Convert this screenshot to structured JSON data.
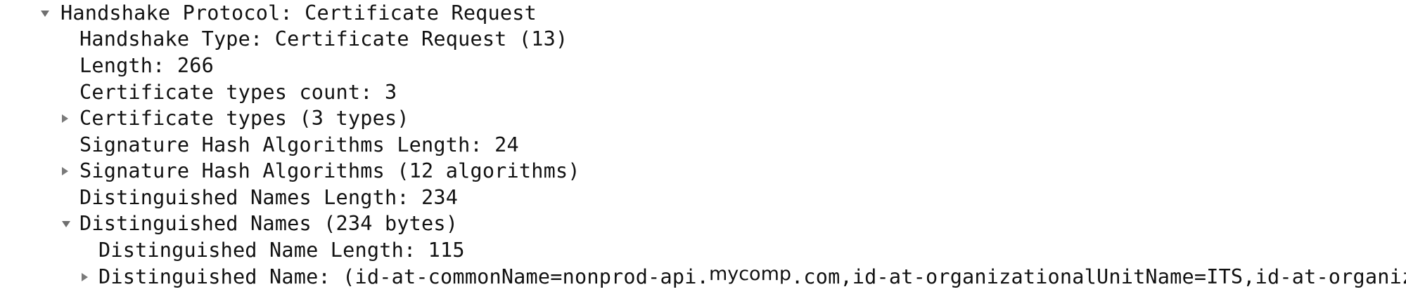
{
  "packet_details": {
    "rows": [
      {
        "label": "Handshake Protocol: Certificate Request",
        "expander": "expanded"
      },
      {
        "label": "Handshake Type: Certificate Request (13)"
      },
      {
        "label": "Length: 266"
      },
      {
        "label": "Certificate types count: 3"
      },
      {
        "label": "Certificate types (3 types)",
        "expander": "collapsed"
      },
      {
        "label": "Signature Hash Algorithms Length: 24"
      },
      {
        "label": "Signature Hash Algorithms (12 algorithms)",
        "expander": "collapsed"
      },
      {
        "label": "Distinguished Names Length: 234"
      },
      {
        "label": "Distinguished Names (234 bytes)",
        "expander": "expanded"
      },
      {
        "label": "Distinguished Name Length: 115"
      },
      {
        "label_before": "Distinguished Name: (id-at-commonName=nonprod-api.",
        "label_company": "mycomp",
        "label_after": ".com,id-at-organizationalUnitName=ITS,id-at-organizationName=",
        "expander": "collapsed"
      }
    ],
    "icons": {
      "expanded": "disclosure-triangle-down-icon",
      "collapsed": "disclosure-triangle-right-icon"
    },
    "colors": {
      "text": "#111111",
      "triangle": "#6f6f6f",
      "background": "#ffffff"
    }
  }
}
